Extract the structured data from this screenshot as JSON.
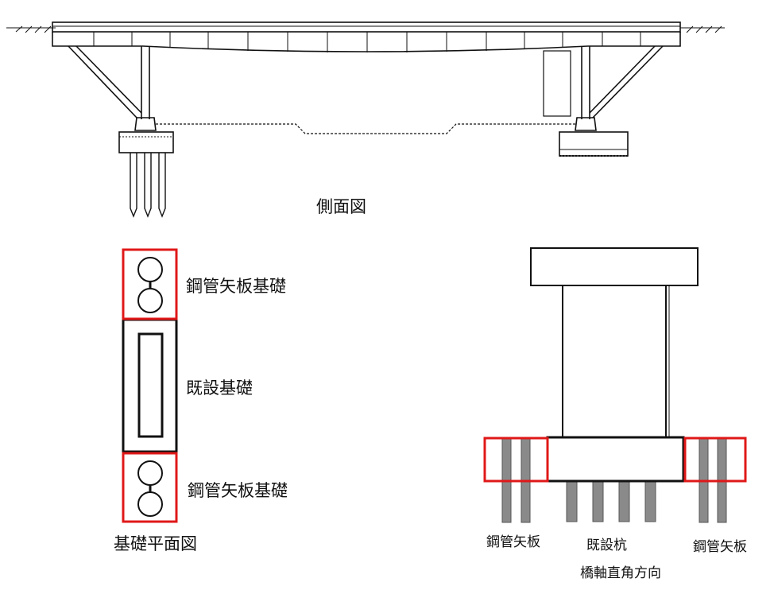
{
  "side_view": {
    "caption": "側面図"
  },
  "plan_view": {
    "caption": "基礎平面図",
    "label_top": "鋼管矢板基礎",
    "label_middle": "既設基礎",
    "label_bottom": "鋼管矢板基礎"
  },
  "section_view": {
    "label_left": "鋼管矢板",
    "label_center": "既設杭",
    "label_right": "鋼管矢板",
    "caption": "橋軸直角方向"
  },
  "colors": {
    "line": "#111111",
    "highlight": "#e01818",
    "pile": "#8a8a8a"
  }
}
